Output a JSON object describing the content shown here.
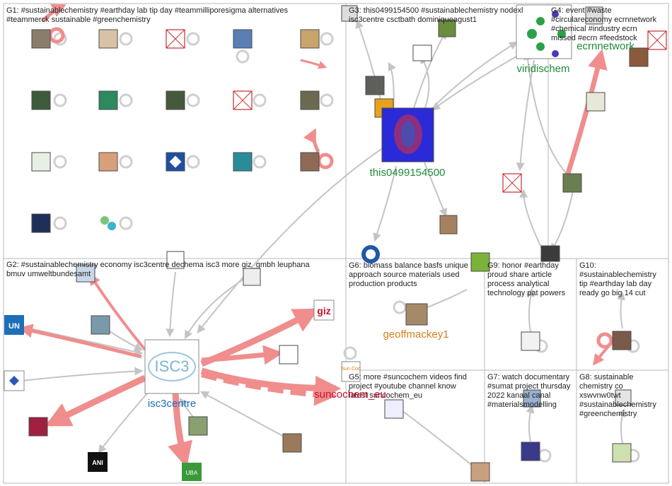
{
  "groups": [
    {
      "id": "G1",
      "lines": [
        "G1: #sustainablechemistry #earthday lab tip day #teammilliporesigma alternatives",
        "#teammerck sustainable #greenchemistry"
      ]
    },
    {
      "id": "G2",
      "lines": [
        "G2: #sustainablechemistry economy isc3centre dechema isc3 more giz_gmbh leuphana",
        "bmuv umweltbundesamt"
      ]
    },
    {
      "id": "G3",
      "lines": [
        "G3: this0499154500 #sustainablechemistry nodexl",
        "isc3centre csctbath dominiqueagust1"
      ]
    },
    {
      "id": "G4",
      "lines": [
        "G4: event #waste",
        "#circulareconomy ecrnnetwork",
        "#chemical #industry ecrn",
        "missed #ecrn #feedstock"
      ]
    },
    {
      "id": "G5",
      "lines": [
        "G5: more #suncochem videos find",
        "project #youtube channel know",
        "latest suncochem_eu"
      ]
    },
    {
      "id": "G6",
      "lines": [
        "G6: biomass balance basfs unique",
        "approach source materials used",
        "production products"
      ]
    },
    {
      "id": "G7",
      "lines": [
        "G7: watch documentary",
        "#sumat project thursday",
        "2022 kanaal canal",
        "#materialsmodelling"
      ]
    },
    {
      "id": "G8",
      "lines": [
        "G8: sustainable",
        "chemistry co",
        "xswvnw0twt",
        "#sustainablechemistry",
        "#greenchemistry"
      ]
    },
    {
      "id": "G9",
      "lines": [
        "G9: honor #earthday",
        "proud share article",
        "process analytical",
        "technology pat powers"
      ]
    },
    {
      "id": "G10",
      "lines": [
        "G10:",
        "#sustainablechemistry",
        "tip #earthday lab day",
        "ready go big 14 cut"
      ]
    }
  ],
  "hub_labels": {
    "isc3centre": "isc3centre",
    "this0499154500": "this0499154500",
    "viridischem": "viridischem",
    "ecrnnetwork": "ecrnnetwork",
    "geoffmackey1": "geoffmackey1",
    "suncochem_eu": "suncochem_eu"
  },
  "node_logos": {
    "giz": "giz",
    "isc3": "ISC3",
    "uba": "UBA",
    "un": "UN",
    "ani": "ANI",
    "sun": "Sun Coc"
  },
  "colors": {
    "edge_gray": "#c4c4c4",
    "edge_red": "#f08d8d",
    "label_blue": "#1a6fb5",
    "label_green": "#1e8a3a",
    "label_orange": "#d9801a",
    "label_red": "#c8102e"
  }
}
